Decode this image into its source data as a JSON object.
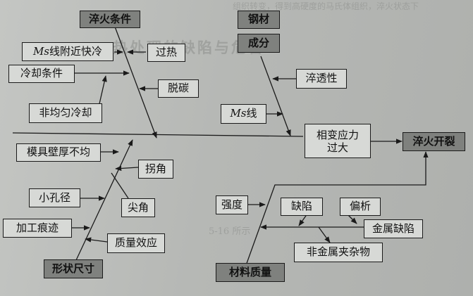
{
  "nodes": {
    "quench_conditions": "淬火条件",
    "steel": "钢材",
    "composition": "成分",
    "ms_fast_cool": "线附近快冷",
    "cooling_conditions": "冷却条件",
    "overheat": "过热",
    "hardenability": "淬透性",
    "decarburization": "脱碳",
    "uneven_cooling": "非均匀冷却",
    "ms_line": "线",
    "phase_stress_line1": "相变应力",
    "phase_stress_line2": "过大",
    "quench_crack": "淬火开裂",
    "uneven_wall": "模具壁厚不均",
    "corner": "拐角",
    "small_hole": "小孔径",
    "sharp_corner": "尖角",
    "machining_marks": "加工痕迹",
    "mass_effect": "质量效应",
    "shape_size": "形状尺寸",
    "strength": "强度",
    "defects": "缺陷",
    "segregation": "偏析",
    "metal_defects": "金属缺陷",
    "nonmetal_inclusions": "非金属夹杂物",
    "material_quality": "材料质量",
    "ms_prefix": "Ms"
  },
  "background_text": {
    "top": "组织转变，得到高硬度的马氏体组织，淬火状态下",
    "heading": "热处理的缺陷与危害",
    "fignum": "5-16 所示"
  },
  "colors": {
    "box_fill": "#d7d9d6",
    "dark_box_fill": "#7f817e",
    "line": "#1a1a1a"
  }
}
